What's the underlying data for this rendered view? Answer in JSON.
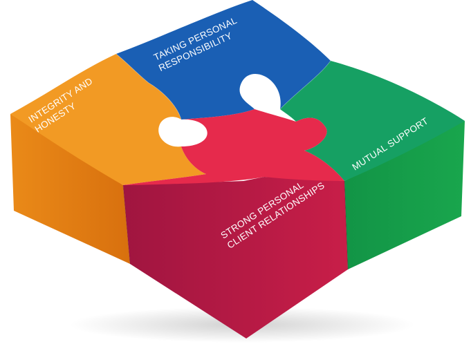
{
  "puzzle": {
    "pieces": [
      {
        "id": "integrity",
        "lines": [
          "INTEGRITY AND",
          "HONESTY"
        ],
        "color": "#f29a24",
        "side_color": "#e07a12"
      },
      {
        "id": "responsibility",
        "lines": [
          "TAKING PERSONAL",
          "RESPONSIBILITY"
        ],
        "color": "#1a5fb4",
        "side_color": "#144a8e"
      },
      {
        "id": "support",
        "lines": [
          "MUTUAL SUPPORT"
        ],
        "color": "#16a063",
        "side_color": "#14934a"
      },
      {
        "id": "relationships",
        "lines": [
          "STRONG PERSONAL",
          "CLIENT RELATIONSHIPS"
        ],
        "color": "#e62a4c",
        "side_color": "#b51a42"
      }
    ]
  }
}
